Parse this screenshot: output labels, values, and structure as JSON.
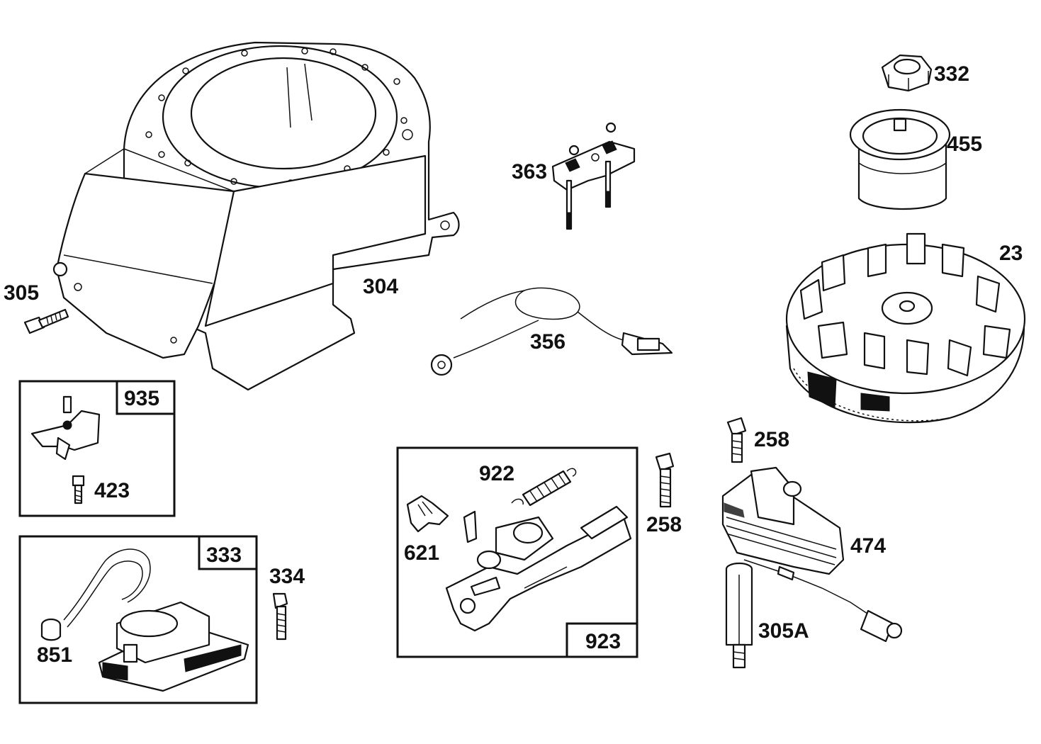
{
  "parts": {
    "p304": "304",
    "p305": "305",
    "p363": "363",
    "p356": "356",
    "p332": "332",
    "p455": "455",
    "p23": "23",
    "p935": "935",
    "p423": "423",
    "p333": "333",
    "p334": "334",
    "p851": "851",
    "p922": "922",
    "p621": "621",
    "p923": "923",
    "p258a": "258",
    "p258b": "258",
    "p474": "474",
    "p305a": "305A"
  }
}
